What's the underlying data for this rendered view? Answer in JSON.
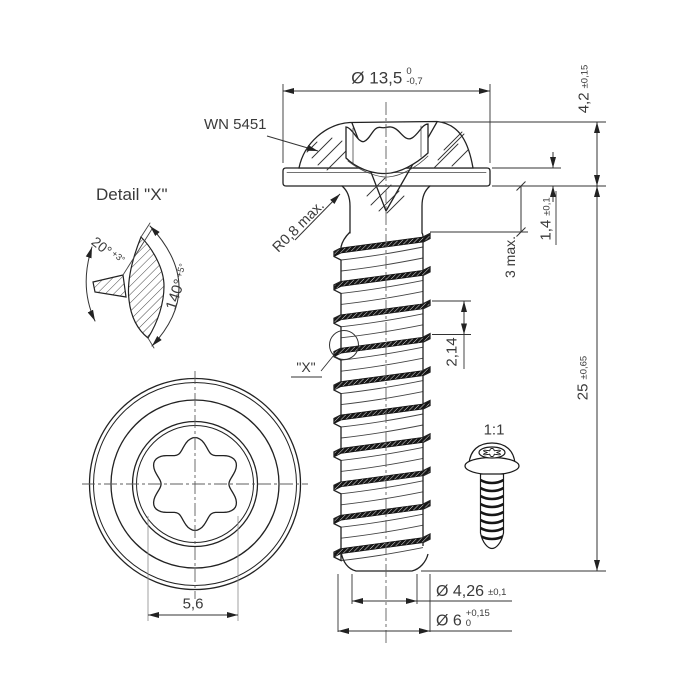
{
  "colors": {
    "line": "#222222",
    "thin_line": "#444444",
    "text": "#3a3a3a",
    "background": "#ffffff"
  },
  "labels": {
    "wn": "WN 5451",
    "detail_title": "Detail \"X\"",
    "x_callout": "\"X\"",
    "scale": "1:1",
    "radius_note": "R0,8 max."
  },
  "dimensions": {
    "head_dia": {
      "text": "Ø 13,5",
      "tol_upper": "0",
      "tol_lower": "-0,7"
    },
    "head_height": {
      "text": "4,2",
      "tol": "±0,15"
    },
    "flange_thickness": {
      "text": "1,4",
      "tol": "±0,1"
    },
    "thread_runout": {
      "text": "3 max."
    },
    "pitch": {
      "text": "2,14"
    },
    "length": {
      "text": "25",
      "tol": "±0,65"
    },
    "core_dia": {
      "text": "Ø 4,26",
      "tol": "±0,1"
    },
    "thread_dia": {
      "text": "Ø 6",
      "tol_upper": "+0,15",
      "tol_lower": "0"
    },
    "torx_width": {
      "text": "5,6"
    },
    "angle_small": {
      "text": "20°",
      "tol": "+3°"
    },
    "angle_large": {
      "text": "140°",
      "tol": "+5°"
    }
  }
}
